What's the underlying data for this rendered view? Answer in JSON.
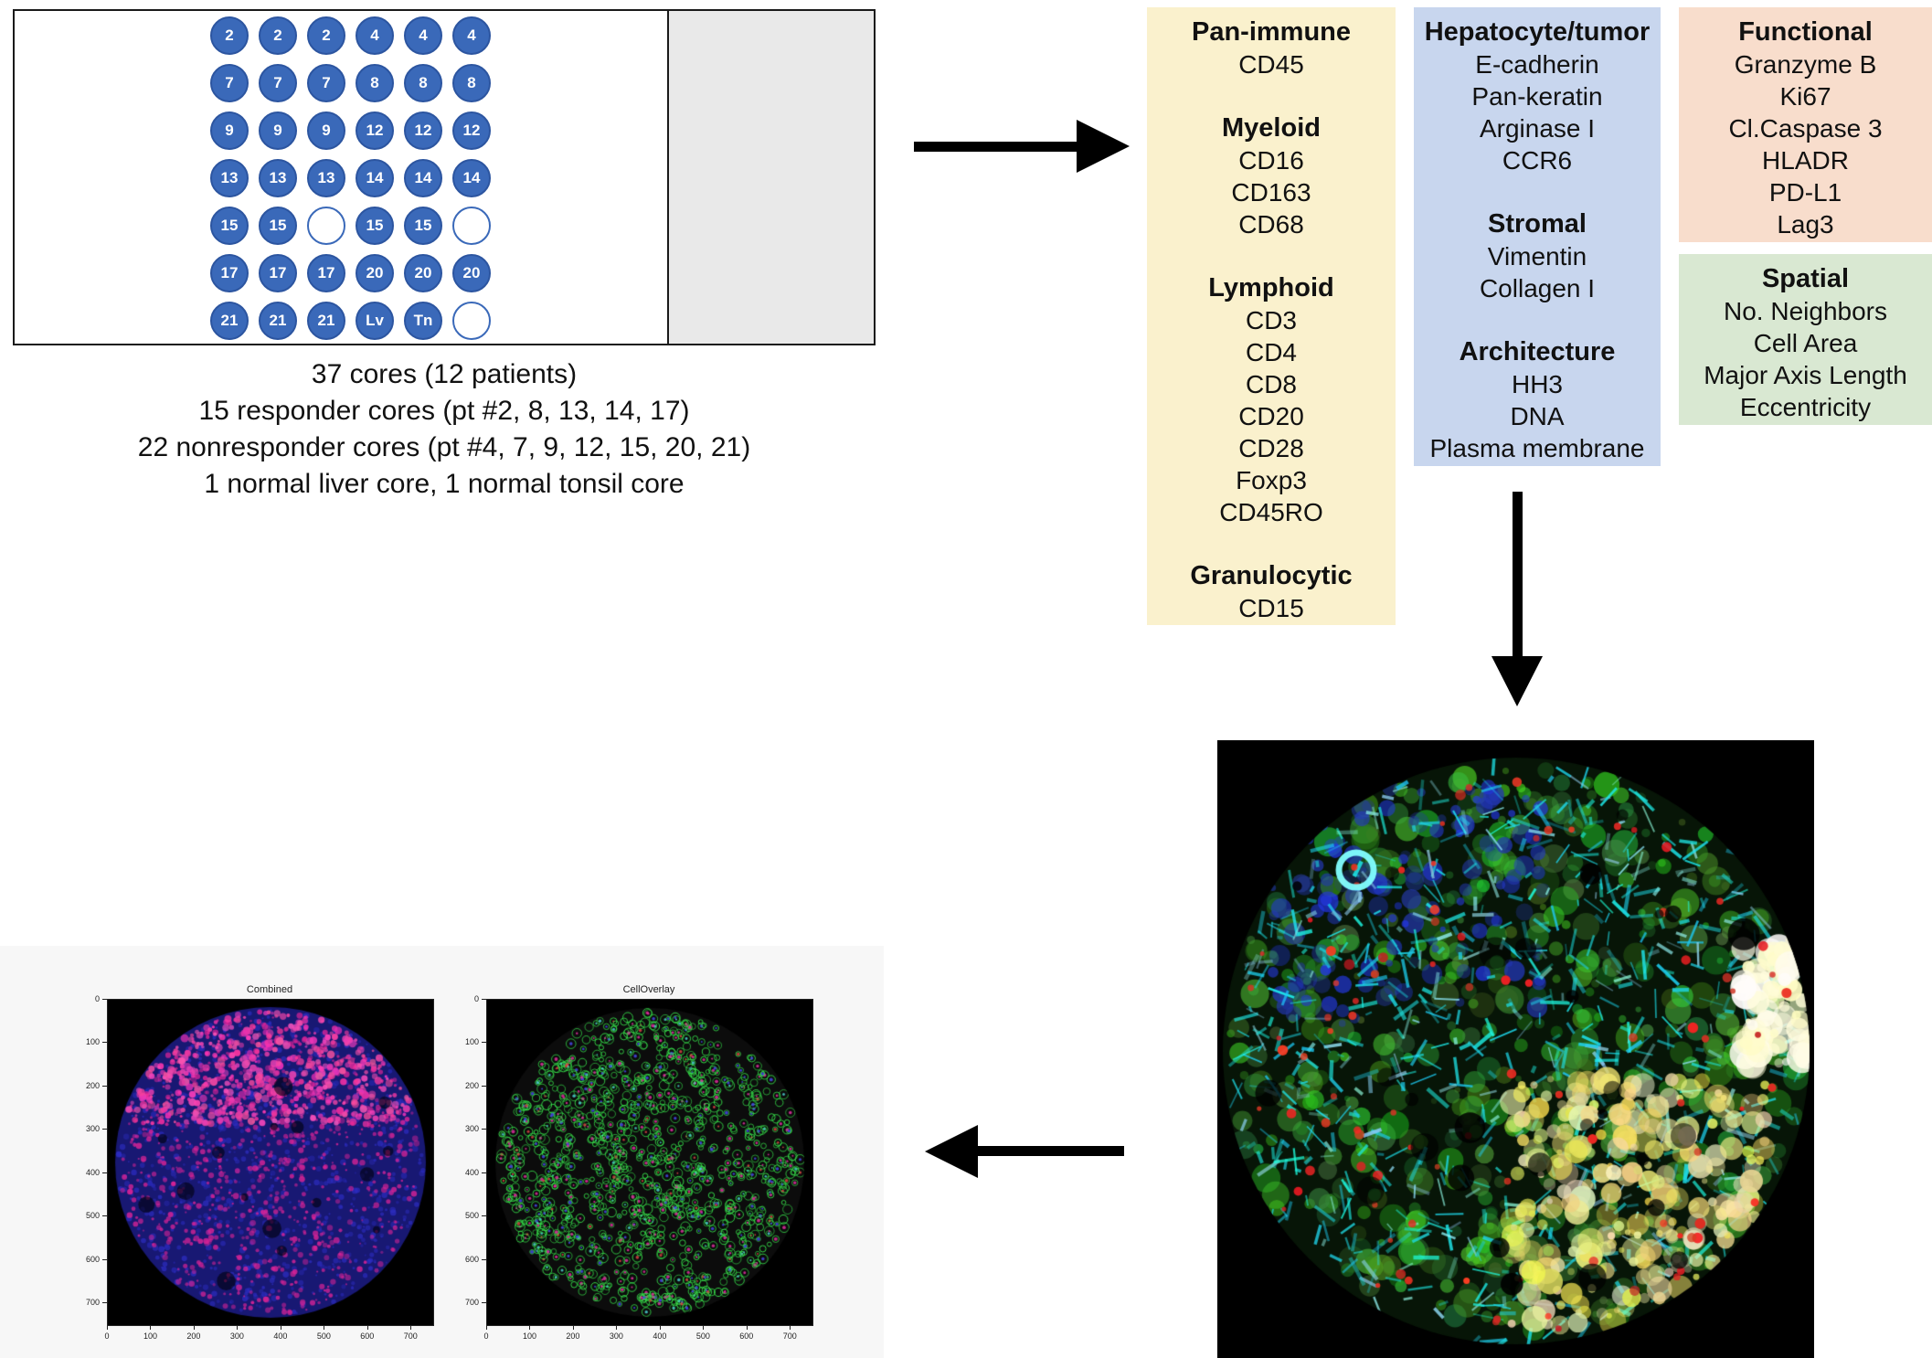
{
  "tma": {
    "core_color": "#3a69b9",
    "grid": [
      [
        "2",
        "2",
        "2",
        "4",
        "4",
        "4"
      ],
      [
        "7",
        "7",
        "7",
        "8",
        "8",
        "8"
      ],
      [
        "9",
        "9",
        "9",
        "12",
        "12",
        "12"
      ],
      [
        "13",
        "13",
        "13",
        "14",
        "14",
        "14"
      ],
      [
        "15",
        "15",
        "",
        "15",
        "15",
        ""
      ],
      [
        "17",
        "17",
        "17",
        "20",
        "20",
        "20"
      ],
      [
        "21",
        "21",
        "21",
        "Lv",
        "Tn",
        ""
      ]
    ],
    "caption_lines": [
      "37 cores (12 patients)",
      "15 responder cores (pt #2, 8, 13, 14, 17)",
      "22 nonresponder cores (pt #4, 7, 9, 12, 15, 20, 21)",
      "1 normal liver core, 1 normal tonsil core"
    ]
  },
  "marker_panels": [
    {
      "bg": "#faf1cd",
      "groups": [
        {
          "title": "Pan-immune",
          "items": [
            "CD45"
          ]
        },
        {
          "title": "Myeloid",
          "items": [
            "CD16",
            "CD163",
            "CD68"
          ]
        },
        {
          "title": "Lymphoid",
          "items": [
            "CD3",
            "CD4",
            "CD8",
            "CD20",
            "CD28",
            "Foxp3",
            "CD45RO"
          ]
        },
        {
          "title": "Granulocytic",
          "items": [
            "CD15"
          ]
        }
      ]
    },
    {
      "bg": "#c8d6ee",
      "groups": [
        {
          "title": "Hepatocyte/tumor",
          "items": [
            "E-cadherin",
            "Pan-keratin",
            "Arginase I",
            "CCR6"
          ]
        },
        {
          "title": "Stromal",
          "items": [
            "Vimentin",
            "Collagen I"
          ]
        },
        {
          "title": "Architecture",
          "items": [
            "HH3",
            "DNA",
            "Plasma membrane"
          ]
        }
      ]
    },
    {
      "bg": "#f8ddcc",
      "groups": [
        {
          "title": "Functional",
          "items": [
            "Granzyme B",
            "Ki67",
            "Cl.Caspase 3",
            "HLADR",
            "PD-L1",
            "Lag3"
          ]
        }
      ]
    },
    {
      "bg": "#d9e8d2",
      "groups": [
        {
          "title": "Spatial",
          "items": [
            "No. Neighbors",
            "Cell Area",
            "Major Axis Length",
            "Eccentricity"
          ]
        }
      ]
    }
  ],
  "plots": {
    "combined_title": "Combined",
    "celloverlay_title": "CellOverlay",
    "x_ticks": [
      "0",
      "100",
      "200",
      "300",
      "400",
      "500",
      "600",
      "700"
    ],
    "y_ticks": [
      "0",
      "100",
      "200",
      "300",
      "400",
      "500",
      "600",
      "700"
    ]
  }
}
